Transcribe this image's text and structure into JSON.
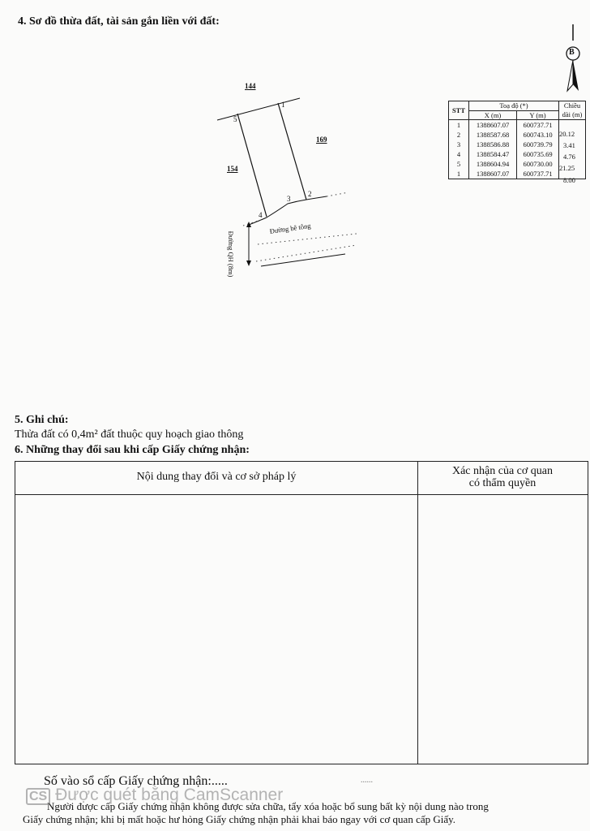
{
  "section4": {
    "title": "4. Sơ đồ thừa đất, tài sản gắn liền với đất:"
  },
  "diagram": {
    "north_label": "B",
    "parcels": {
      "top": "144",
      "right": "169",
      "left": "154"
    },
    "points": [
      "1",
      "2",
      "3",
      "4",
      "5"
    ],
    "road_label": "Đường bê tông",
    "planned_road_label": "Đường QH (8m)"
  },
  "coord_table": {
    "headers": {
      "stt": "STT",
      "coords": "Toạ độ (*)",
      "x": "X (m)",
      "y": "Y (m)",
      "length": "Chiều dài (m)"
    },
    "rows": [
      {
        "stt": "1",
        "x": "1388607.07",
        "y": "600737.71"
      },
      {
        "stt": "2",
        "x": "1388587.68",
        "y": "600743.10"
      },
      {
        "stt": "3",
        "x": "1388586.88",
        "y": "600739.79"
      },
      {
        "stt": "4",
        "x": "1388584.47",
        "y": "600735.69"
      },
      {
        "stt": "5",
        "x": "1388604.94",
        "y": "600730.00"
      },
      {
        "stt": "1",
        "x": "1388607.07",
        "y": "600737.71"
      }
    ],
    "lengths": [
      "20.12",
      "3.41",
      "4.76",
      "21.25",
      "8.00"
    ]
  },
  "section5": {
    "title": "5. Ghi chú:",
    "text": "Thửa đất có 0,4m² đất thuộc quy hoạch giao thông"
  },
  "section6": {
    "title": "6. Những thay đổi sau khi cấp Giấy chứng nhận:",
    "col1": "Nội dung thay đổi và cơ sở pháp lý",
    "col2_line1": "Xác nhận của cơ quan",
    "col2_line2": "có thẩm quyền"
  },
  "footer": {
    "registry": "Số vào sổ cấp Giấy chứng nhận:.....",
    "dots": "......",
    "note_line1": "Người được cấp Giấy chứng nhận không được sửa chữa, tẩy xóa hoặc bổ sung bất kỳ nội dung nào trong",
    "note_line2": "Giấy chứng nhận; khi bị mất hoặc hư hỏng Giấy chứng nhận phải khai báo ngay với cơ quan cấp Giấy."
  },
  "watermark": {
    "badge": "CS",
    "text": "Được quét bằng CamScanner"
  }
}
